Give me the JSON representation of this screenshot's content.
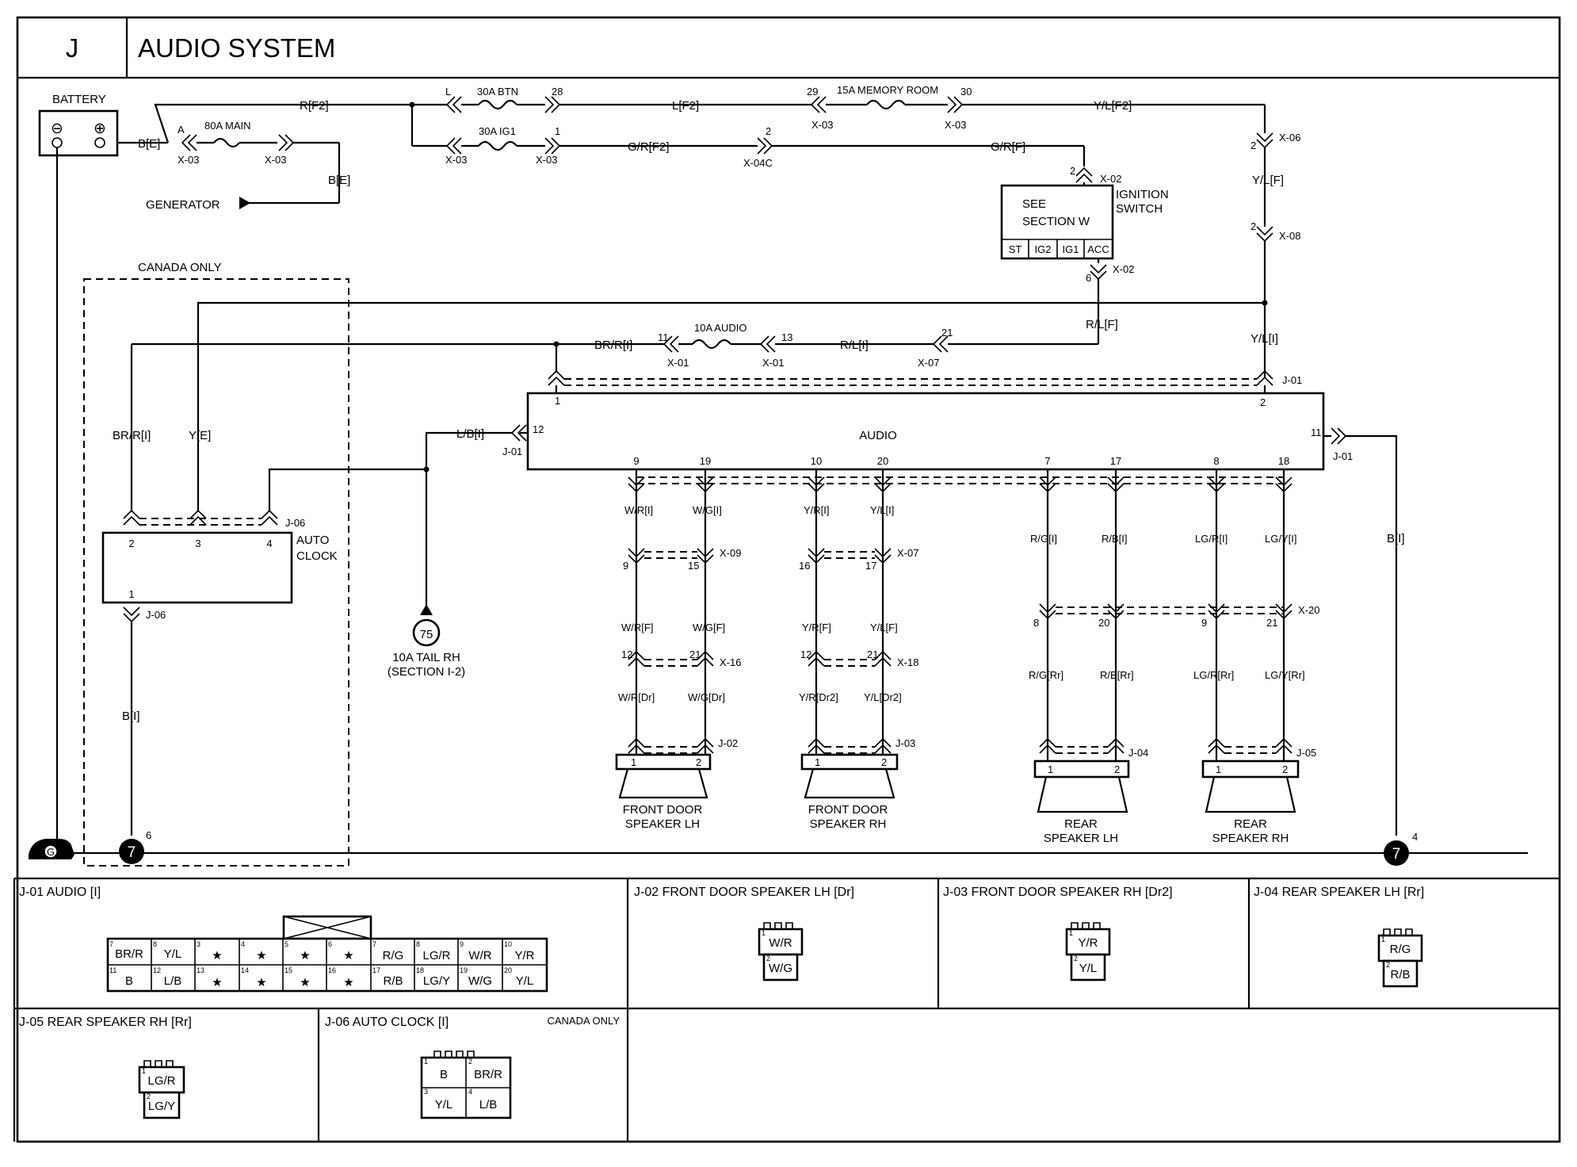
{
  "header": {
    "section_letter": "J",
    "title": "AUDIO SYSTEM"
  },
  "power": {
    "battery_label": "BATTERY",
    "minus_symbol": "⊖",
    "plus_symbol": "⊕",
    "generator_label": "GENERATOR",
    "fuse_main": "80A MAIN",
    "fuse_btn": "30A BTN",
    "fuse_ig1": "30A IG1",
    "fuse_memory": "15A MEMORY ROOM",
    "fuse_audio": "10A AUDIO",
    "pin_a": "A",
    "pin_l": "L",
    "pin_28": "28",
    "pin_1": "1",
    "pin_29": "29",
    "pin_30": "30",
    "pin_2": "2",
    "pin_11": "11",
    "pin_13": "13",
    "pin_21": "21"
  },
  "wires": {
    "b_e": "B[E]",
    "r_f2": "R[F2]",
    "l_f2": "L[F2]",
    "yl_f2": "Y/L[F2]",
    "gr_f2": "G/R[F2]",
    "gr_f": "G/R[F]",
    "yl_f": "Y/L[F]",
    "rl_f": "R/L[F]",
    "yl_i": "Y/L[I]",
    "brr_i": "BR/R[I]",
    "rl_i": "R/L[I]",
    "lb_i": "L/B[I]",
    "y_e": "Y[E]",
    "b_i": "B[I]",
    "b_i_clock": "B[I]"
  },
  "connectors": {
    "x03": "X-03",
    "x04c": "X-04C",
    "x02": "X-02",
    "x06": "X-06",
    "x08": "X-08",
    "x01": "X-01",
    "x07": "X-07",
    "x09": "X-09",
    "x16": "X-16",
    "x18": "X-18",
    "x20": "X-20",
    "j01": "J-01",
    "j02": "J-02",
    "j03": "J-03",
    "j04": "J-04",
    "j05": "J-05",
    "j06": "J-06"
  },
  "ignition": {
    "see_line1": "SEE",
    "see_line2": "SECTION W",
    "label_line1": "IGNITION",
    "label_line2": "SWITCH",
    "positions": [
      "ST",
      "IG2",
      "IG1",
      "ACC"
    ],
    "pin_2": "2",
    "pin_6": "6"
  },
  "canada": {
    "label": "CANADA ONLY"
  },
  "audio": {
    "label": "AUDIO",
    "pin_1": "1",
    "pin_2": "2",
    "pin_12": "12",
    "pin_11": "11",
    "bottom_pins": [
      "9",
      "19",
      "10",
      "20",
      "7",
      "17",
      "8",
      "18"
    ]
  },
  "clock": {
    "label_line1": "AUTO",
    "label_line2": "CLOCK",
    "pins": [
      "2",
      "3",
      "4"
    ],
    "pin_bottom": "1"
  },
  "tail": {
    "circle": "75",
    "line1": "10A TAIL RH",
    "line2": "(SECTION I-2)"
  },
  "speakers": [
    {
      "name1": "FRONT DOOR",
      "name2": "SPEAKER LH",
      "w_top": [
        "W/R[I]",
        "W/G[I]"
      ],
      "x1": "X-09",
      "x1_pins": [
        "9",
        "15"
      ],
      "w_mid": [
        "W/R[F]",
        "W/G[F]"
      ],
      "x2": "X-16",
      "x2_pins": [
        "12",
        "21"
      ],
      "w_bot": [
        "W/R[Dr]",
        "W/G[Dr]"
      ],
      "j": "J-02",
      "pins": [
        "1",
        "2"
      ]
    },
    {
      "name1": "FRONT DOOR",
      "name2": "SPEAKER RH",
      "w_top": [
        "Y/R[I]",
        "Y/L[I]"
      ],
      "x1": "X-07",
      "x1_pins": [
        "16",
        "17"
      ],
      "w_mid": [
        "Y/R[F]",
        "Y/L[F]"
      ],
      "x2": "X-18",
      "x2_pins": [
        "12",
        "21"
      ],
      "w_bot": [
        "Y/R[Dr2]",
        "Y/L[Dr2]"
      ],
      "j": "J-03",
      "pins": [
        "1",
        "2"
      ]
    },
    {
      "name1": "REAR",
      "name2": "SPEAKER LH",
      "w_top": [
        "R/G[I]",
        "R/B[I]"
      ],
      "x1_pins": [
        "8",
        "20"
      ],
      "w_bot": [
        "R/G[Rr]",
        "R/B[Rr]"
      ],
      "j": "J-04",
      "pins": [
        "1",
        "2"
      ]
    },
    {
      "name1": "REAR",
      "name2": "SPEAKER RH",
      "w_top": [
        "LG/R[I]",
        "LG/Y[I]"
      ],
      "x1": "X-20",
      "x1_pins": [
        "9",
        "21"
      ],
      "w_bot": [
        "LG/R[Rr]",
        "LG/Y[Rr]"
      ],
      "j": "J-05",
      "pins": [
        "1",
        "2"
      ]
    }
  ],
  "grounds": {
    "g": "G",
    "seven": "7",
    "pin_6": "6",
    "pin_4": "4"
  },
  "panels": {
    "j01": {
      "title": "J-01 AUDIO [I]",
      "row1": [
        [
          "7",
          "BR/R"
        ],
        [
          "8",
          "Y/L"
        ],
        [
          "3",
          "★"
        ],
        [
          "4",
          "★"
        ],
        [
          "5",
          "★"
        ],
        [
          "6",
          "★"
        ],
        [
          "7",
          "R/G"
        ],
        [
          "8",
          "LG/R"
        ],
        [
          "9",
          "W/R"
        ],
        [
          "10",
          "Y/R"
        ]
      ],
      "row2": [
        [
          "11",
          "B"
        ],
        [
          "12",
          "L/B"
        ],
        [
          "13",
          "★"
        ],
        [
          "14",
          "★"
        ],
        [
          "15",
          "★"
        ],
        [
          "16",
          "★"
        ],
        [
          "17",
          "R/B"
        ],
        [
          "18",
          "LG/Y"
        ],
        [
          "19",
          "W/G"
        ],
        [
          "20",
          "Y/L"
        ]
      ]
    },
    "j02": {
      "title": "J-02 FRONT DOOR SPEAKER LH [Dr]",
      "c1": "W/R",
      "c2": "W/G",
      "n1": "1",
      "n2": "2"
    },
    "j03": {
      "title": "J-03 FRONT DOOR SPEAKER RH [Dr2]",
      "c1": "Y/R",
      "c2": "Y/L",
      "n1": "1",
      "n2": "2"
    },
    "j04": {
      "title": "J-04 REAR SPEAKER LH [Rr]",
      "c1": "R/G",
      "c2": "R/B",
      "n1": "1",
      "n2": "2"
    },
    "j05": {
      "title": "J-05 REAR SPEAKER RH [Rr]",
      "c1": "LG/R",
      "c2": "LG/Y",
      "n1": "1",
      "n2": "2"
    },
    "j06": {
      "title": "J-06 AUTO CLOCK [I]",
      "note": "CANADA ONLY",
      "c1": "B",
      "c2": "BR/R",
      "c3": "Y/L",
      "c4": "L/B",
      "n1": "1",
      "n2": "2",
      "n3": "3",
      "n4": "4"
    }
  }
}
